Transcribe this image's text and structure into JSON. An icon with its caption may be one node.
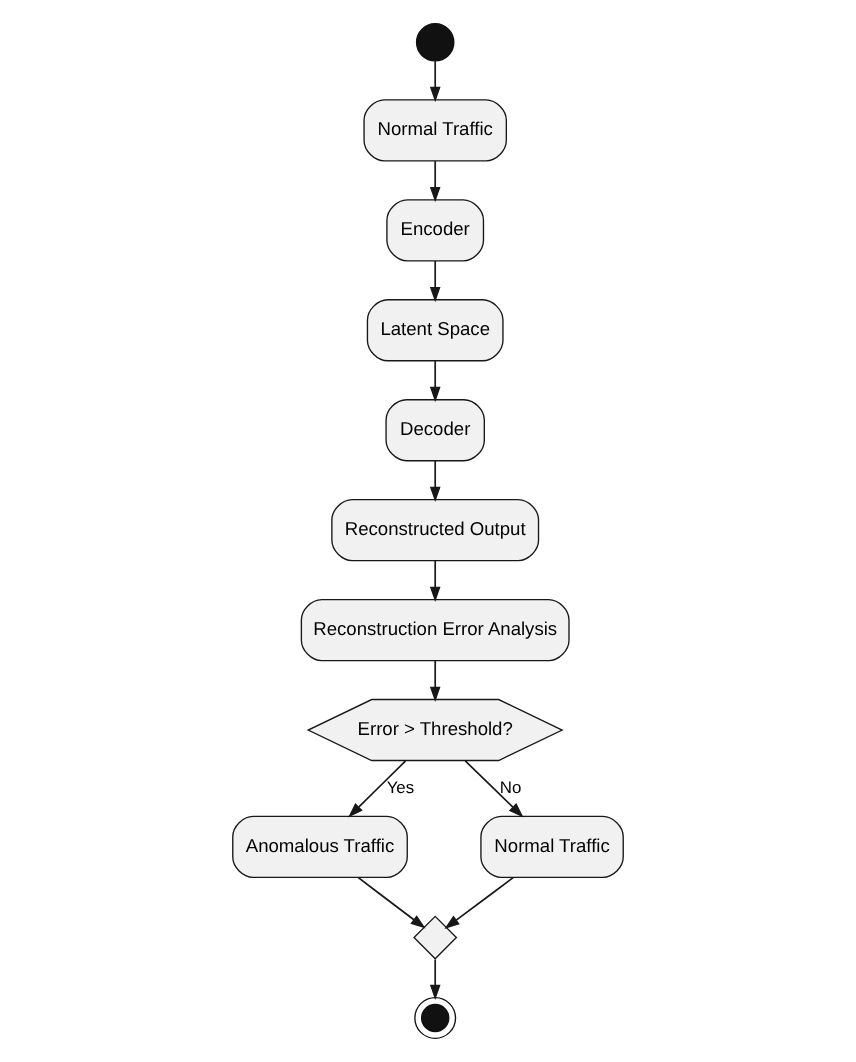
{
  "diagram": {
    "nodes": [
      {
        "text": [],
        "shape": "circle"
      },
      {
        "text": [
          "Normal Traffic"
        ]
      },
      {
        "text": [
          "Encoder"
        ]
      },
      {
        "text": [
          "Latent Space"
        ]
      },
      {
        "text": [
          "Decoder"
        ]
      },
      {
        "text": [
          "Reconstructed Output"
        ]
      },
      {
        "text": [
          "Reconstruction Error Analysis"
        ]
      },
      {
        "text": [
          "Error > Threshold?"
        ]
      },
      {
        "text": [
          "Anomalous Traffic"
        ]
      },
      {
        "text": [
          "Normal Traffic"
        ]
      },
      {
        "text": [],
        "shape": "diamond"
      },
      {
        "text": [],
        "shape": "circle"
      }
    ],
    "edges": [
      {
        "from": 0,
        "to": 1,
        "arrow": "to"
      },
      {
        "from": 1,
        "to": 2,
        "arrow": "to"
      },
      {
        "from": 2,
        "to": 3,
        "arrow": "to"
      },
      {
        "from": 3,
        "to": 4,
        "arrow": "to"
      },
      {
        "from": 4,
        "to": 5,
        "arrow": "to"
      },
      {
        "from": 5,
        "to": 6,
        "arrow": "to"
      },
      {
        "from": 6,
        "to": 7,
        "arrow": "to"
      },
      {
        "from": 7,
        "to": 8,
        "arrow": "to",
        "label": "Yes"
      },
      {
        "from": 7,
        "to": 9,
        "arrow": "to",
        "label": "No"
      },
      {
        "from": 8,
        "to": 10,
        "arrow": "to"
      },
      {
        "from": 9,
        "to": 10,
        "arrow": "to"
      },
      {
        "from": 10,
        "to": 11,
        "arrow": "to"
      }
    ]
  }
}
